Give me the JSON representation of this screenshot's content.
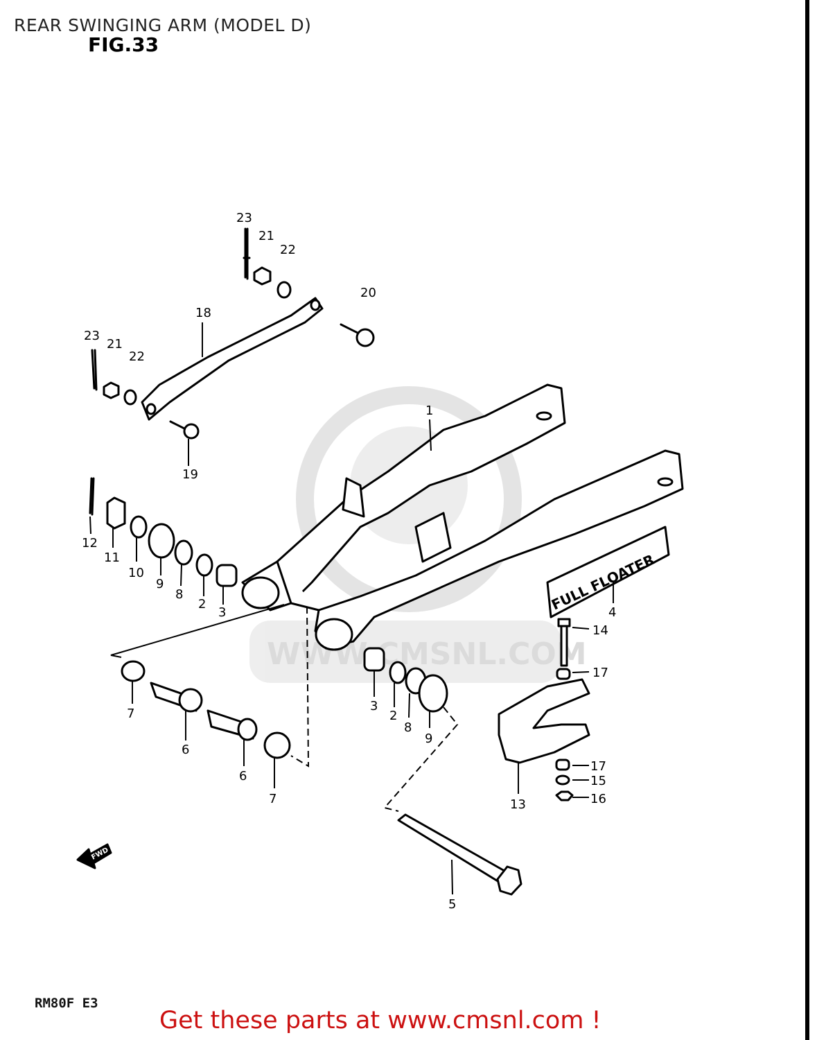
{
  "page": {
    "title": "REAR SWINGING ARM (MODEL D)",
    "figure": "FIG.33",
    "model_code": "RM80F E3",
    "promo": "Get these parts at www.cmsnl.com !",
    "watermark": "WWW.CMSNL.COM",
    "fwd_label": "FWD",
    "decal": "FULL FLOATER"
  },
  "callouts": [
    {
      "label": "23"
    },
    {
      "label": "21"
    },
    {
      "label": "22"
    },
    {
      "label": "20"
    },
    {
      "label": "18"
    },
    {
      "label": "23"
    },
    {
      "label": "21"
    },
    {
      "label": "22"
    },
    {
      "label": "19"
    },
    {
      "label": "1"
    },
    {
      "label": "12"
    },
    {
      "label": "11"
    },
    {
      "label": "10"
    },
    {
      "label": "9"
    },
    {
      "label": "8"
    },
    {
      "label": "2"
    },
    {
      "label": "3"
    },
    {
      "label": "4"
    },
    {
      "label": "14"
    },
    {
      "label": "17"
    },
    {
      "label": "7"
    },
    {
      "label": "6"
    },
    {
      "label": "6"
    },
    {
      "label": "7"
    },
    {
      "label": "3"
    },
    {
      "label": "2"
    },
    {
      "label": "8"
    },
    {
      "label": "9"
    },
    {
      "label": "17"
    },
    {
      "label": "15"
    },
    {
      "label": "16"
    },
    {
      "label": "13"
    },
    {
      "label": "5"
    }
  ]
}
